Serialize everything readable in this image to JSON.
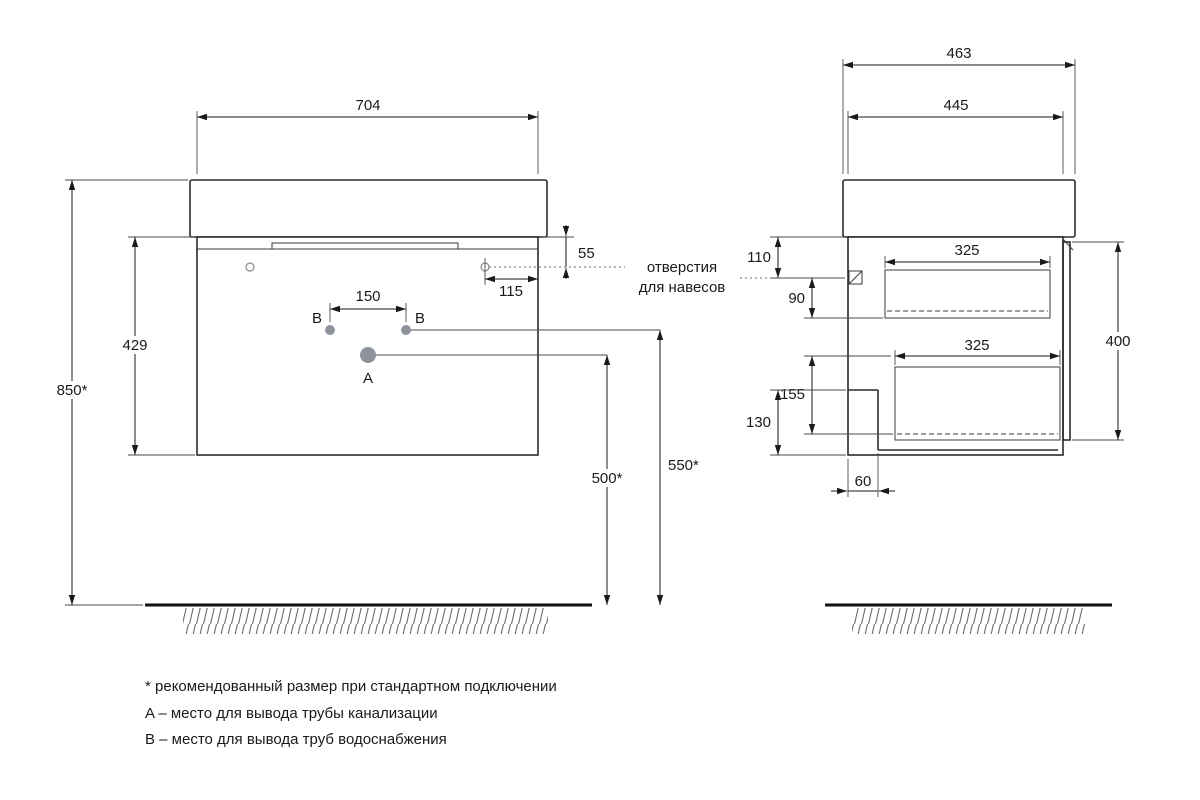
{
  "front_view": {
    "dim_top_width": "704",
    "dim_overall_height": "850*",
    "dim_body_height": "429",
    "dim_hanger_drop": "55",
    "dim_hanger_inset": "115",
    "dim_outlets_spacing": "150",
    "dim_drain_height": "500*",
    "dim_supply_height": "550*",
    "label_outlet_a": "A",
    "label_outlet_b_left": "B",
    "label_outlet_b_right": "B",
    "callout_line1": "отверстия",
    "callout_line2": "для навесов"
  },
  "side_view": {
    "dim_top_depth": "463",
    "dim_body_depth": "445",
    "dim_hanger_drop": "110",
    "dim_hanger_gap": "90",
    "dim_drawer_upper_depth": "325",
    "dim_drawer_lower_depth": "325",
    "dim_front_height": "400",
    "dim_lower_clearance": "155",
    "dim_recess_height": "130",
    "dim_recess_depth": "60"
  },
  "legend": {
    "note_recommended": "* рекомендованный размер при стандартном подключении",
    "note_a": "A – место для вывода трубы канализации",
    "note_b": "B – место для вывода труб водоснабжения"
  },
  "colors": {
    "line": "#2b2b2b",
    "hole_fill": "#8d939c",
    "background": "#ffffff"
  }
}
